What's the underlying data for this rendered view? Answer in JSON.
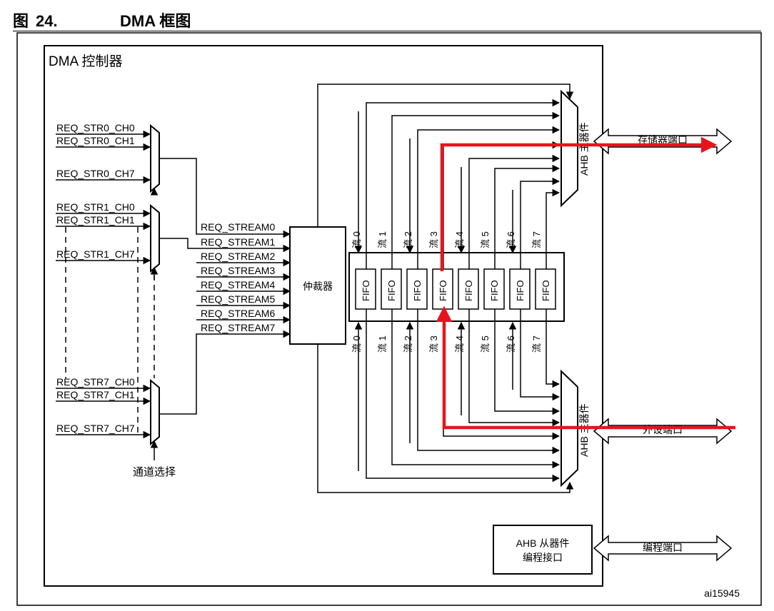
{
  "caption": {
    "figure": "图",
    "number": "24.",
    "title": "DMA 框图"
  },
  "controller": {
    "title": "DMA 控制器"
  },
  "requests": {
    "str0": [
      "REQ_STR0_CH0",
      "REQ_STR0_CH1",
      "REQ_STR0_CH7"
    ],
    "str1": [
      "REQ_STR1_CH0",
      "REQ_STR1_CH1",
      "REQ_STR1_CH7"
    ],
    "str7": [
      "REQ_STR7_CH0",
      "REQ_STR7_CH1",
      "REQ_STR7_CH7"
    ]
  },
  "channel_select": "通道选择",
  "streams": [
    "REQ_STREAM0",
    "REQ_STREAM1",
    "REQ_STREAM2",
    "REQ_STREAM3",
    "REQ_STREAM4",
    "REQ_STREAM5",
    "REQ_STREAM6",
    "REQ_STREAM7"
  ],
  "arbiter": "仲裁器",
  "fifo_label": "FIFO",
  "stream_labels": [
    "流 0",
    "流 1",
    "流 2",
    "流 3",
    "流 4",
    "流 5",
    "流 6",
    "流 7"
  ],
  "ahb_master": "AHB 主器件",
  "ports": {
    "memory": "存储器端口",
    "peripheral": "外设端口",
    "programming": "编程端口"
  },
  "ahb_slave": {
    "line1": "AHB 从器件",
    "line2": "编程接口"
  },
  "figure_id": "ai15945",
  "colors": {
    "highlight": "#e8141c",
    "line": "#000000"
  }
}
